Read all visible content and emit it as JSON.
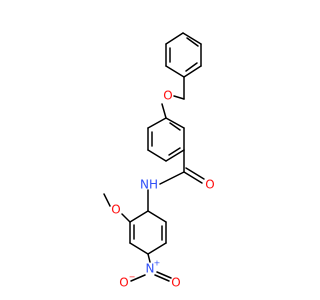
{
  "molecule": {
    "atoms": [
      {
        "id": "ether_o",
        "symbol": "O",
        "color": "#ff0d0d"
      },
      {
        "id": "amide_o",
        "symbol": "O",
        "color": "#ff0d0d"
      },
      {
        "id": "amide_nh",
        "symbol": "NH",
        "color": "#3050f8"
      },
      {
        "id": "methoxy_o",
        "symbol": "O",
        "color": "#ff0d0d"
      },
      {
        "id": "nitro_n",
        "symbol": "N",
        "color": "#3050f8",
        "charge": "+"
      },
      {
        "id": "nitro_o_left",
        "symbol": "O",
        "color": "#ff0d0d",
        "charge": "−"
      },
      {
        "id": "nitro_o_right",
        "symbol": "O",
        "color": "#ff0d0d"
      }
    ],
    "bond_color": "#000000"
  }
}
